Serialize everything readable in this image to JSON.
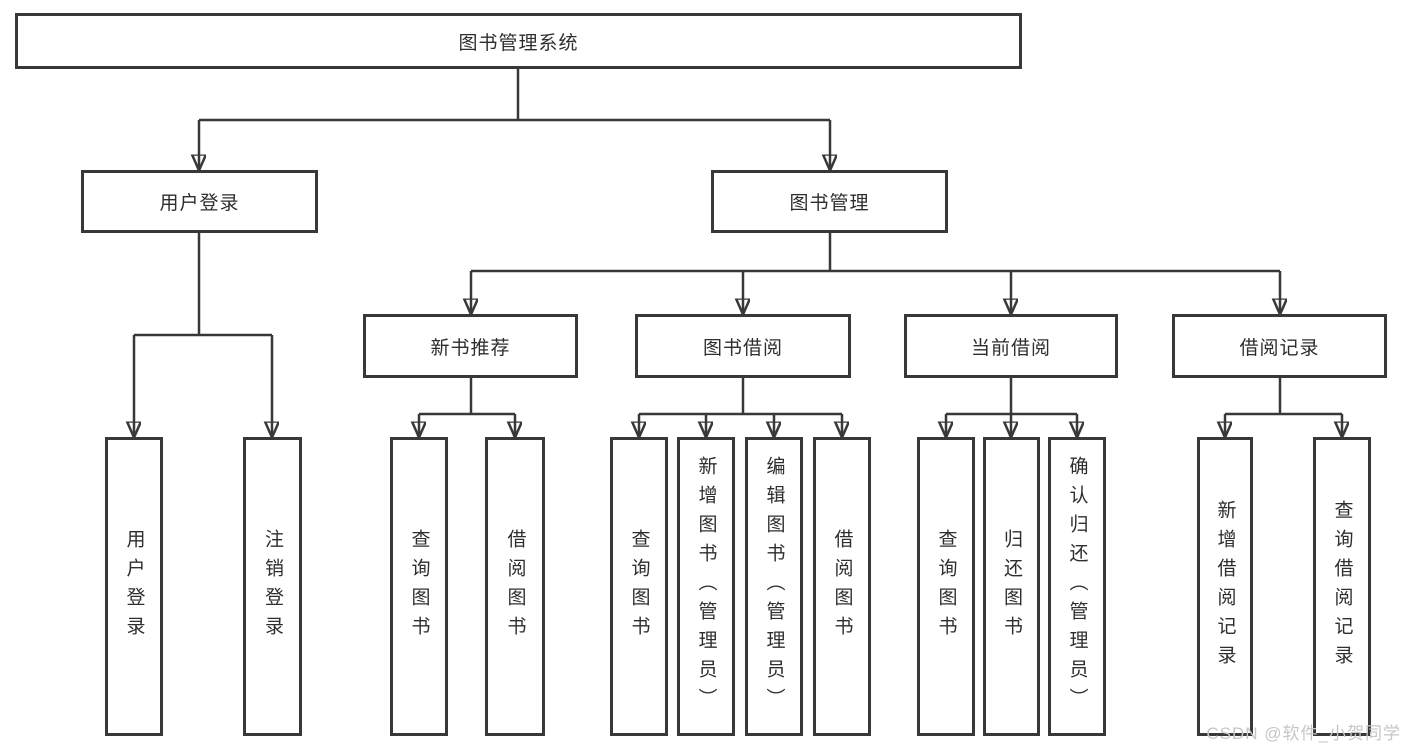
{
  "tree": {
    "root": "图书管理系统",
    "branches": [
      {
        "label": "用户登录",
        "children": [
          {
            "label": "用户登录"
          },
          {
            "label": "注销登录"
          }
        ]
      },
      {
        "label": "图书管理",
        "children": [
          {
            "label": "新书推荐",
            "children": [
              "查询图书",
              "借阅图书"
            ]
          },
          {
            "label": "图书借阅",
            "children": [
              "查询图书",
              "新增图书（管理员）",
              "编辑图书（管理员）",
              "借阅图书"
            ]
          },
          {
            "label": "当前借阅",
            "children": [
              "查询图书",
              "归还图书",
              "确认归还（管理员）"
            ]
          },
          {
            "label": "借阅记录",
            "children": [
              "新增借阅记录",
              "查询借阅记录"
            ]
          }
        ]
      }
    ]
  },
  "watermark": {
    "text": "CSDN @软件_小贺同学"
  },
  "colors": {
    "line": "#383838",
    "text": "#2e2e2e",
    "watermark": "#c6c6c6",
    "bg": "#ffffff"
  }
}
